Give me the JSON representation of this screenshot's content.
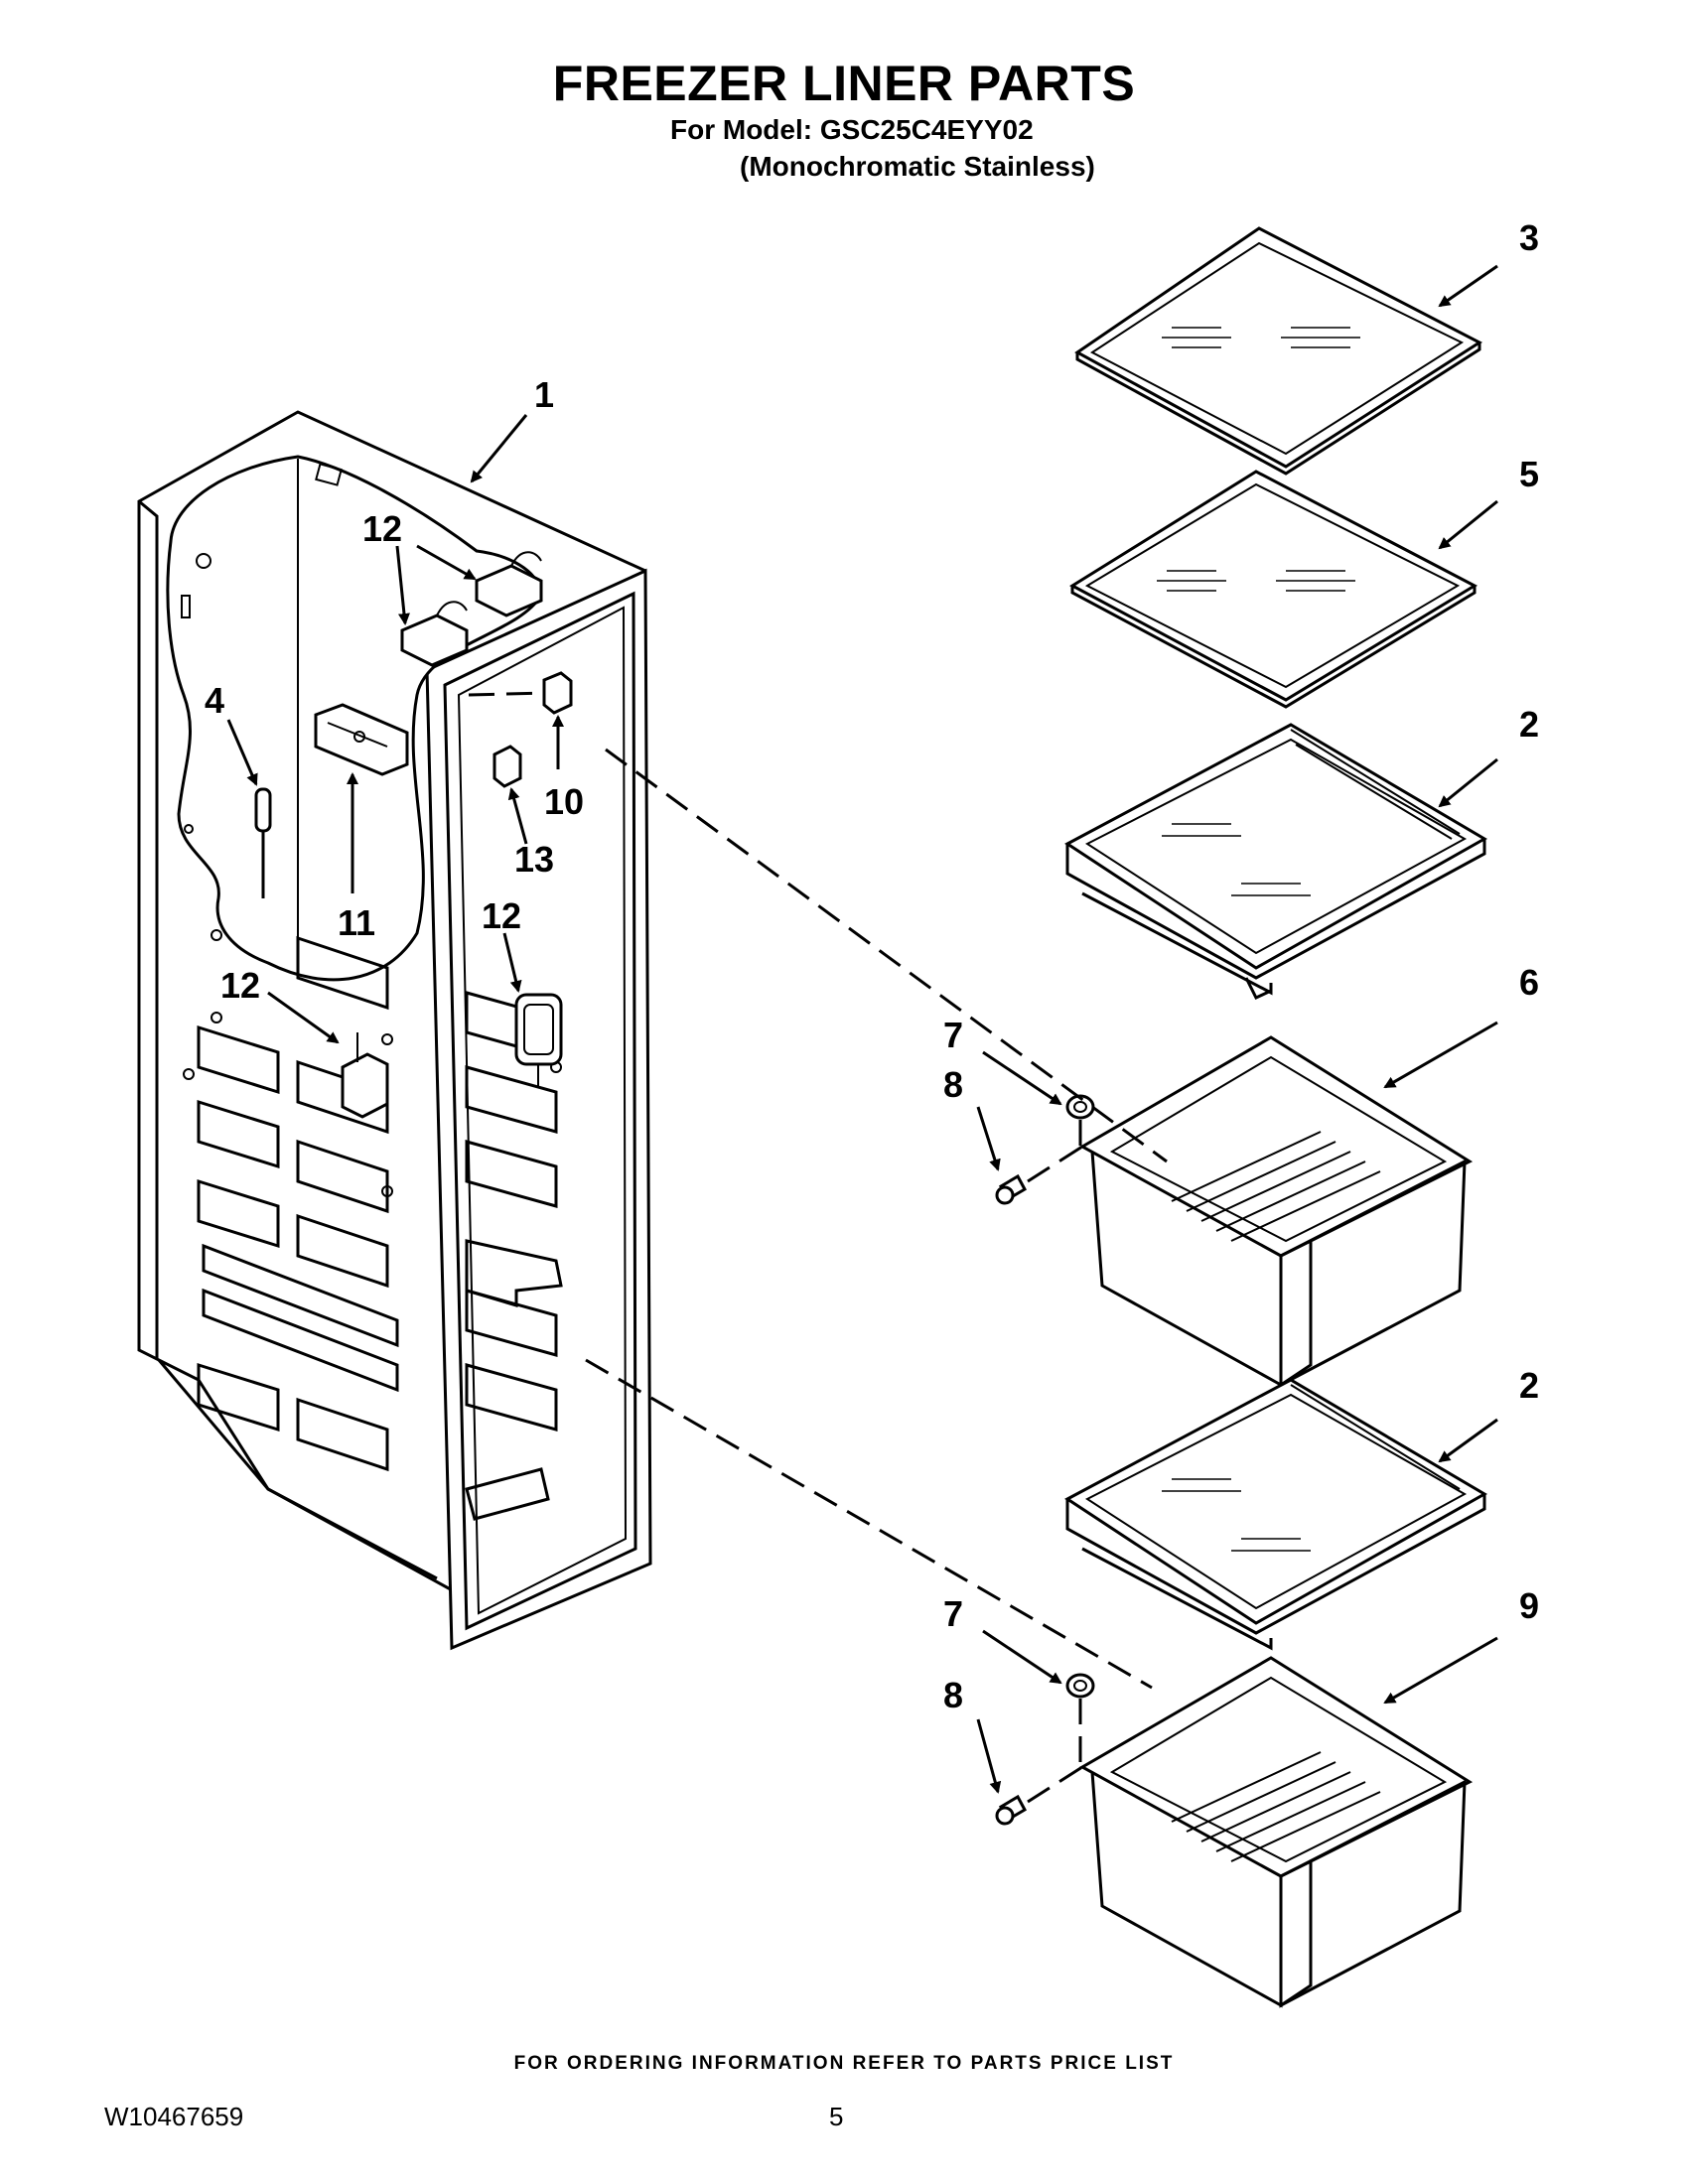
{
  "header": {
    "title": "FREEZER LINER PARTS",
    "model_line": "For Model: GSC25C4EYY02",
    "variant_line": "(Monochromatic Stainless)"
  },
  "callouts": [
    {
      "id": "c1",
      "label": "1"
    },
    {
      "id": "c2a",
      "label": "2"
    },
    {
      "id": "c2b",
      "label": "2"
    },
    {
      "id": "c3",
      "label": "3"
    },
    {
      "id": "c4",
      "label": "4"
    },
    {
      "id": "c5",
      "label": "5"
    },
    {
      "id": "c6",
      "label": "6"
    },
    {
      "id": "c7a",
      "label": "7"
    },
    {
      "id": "c7b",
      "label": "7"
    },
    {
      "id": "c8a",
      "label": "8"
    },
    {
      "id": "c8b",
      "label": "8"
    },
    {
      "id": "c9",
      "label": "9"
    },
    {
      "id": "c10",
      "label": "10"
    },
    {
      "id": "c11",
      "label": "11"
    },
    {
      "id": "c12a",
      "label": "12"
    },
    {
      "id": "c12b",
      "label": "12"
    },
    {
      "id": "c12c",
      "label": "12"
    },
    {
      "id": "c13",
      "label": "13"
    }
  ],
  "footer": {
    "ordering_note": "FOR ORDERING INFORMATION REFER TO PARTS PRICE LIST",
    "doc_number": "W10467659",
    "page_number": "5"
  }
}
